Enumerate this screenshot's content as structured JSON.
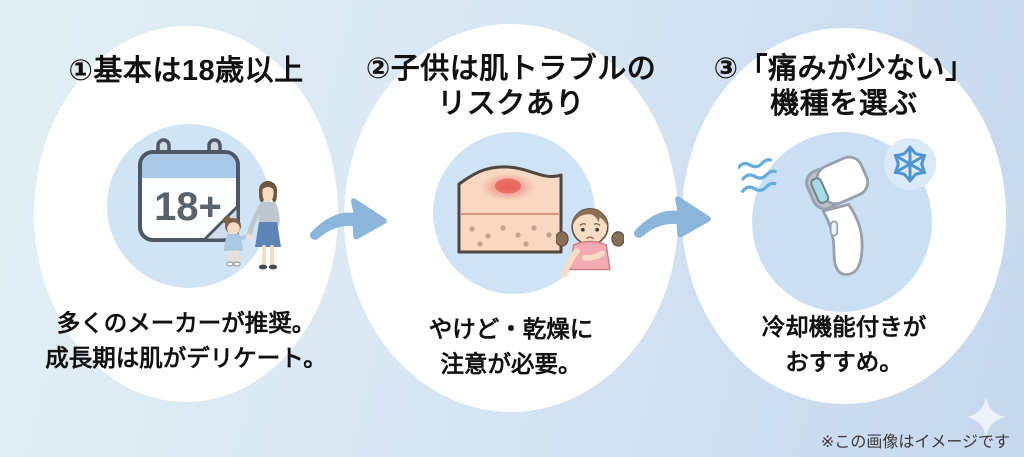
{
  "title_note": "IPL hair-removal guidance infographic (3 steps)",
  "colors": {
    "background_left": "#e0f0f2",
    "background_right": "#c6d8ee",
    "ellipse": "#ffffff",
    "circle_1": "#d0e4f5",
    "circle_2": "#cee3f5",
    "circle_3": "#cadff3",
    "arrow": "#8bb5db",
    "heading_text": "#111111",
    "body_text": "#111111",
    "footer_text": "#3b3b3b",
    "calendar_header": "#aac9e9",
    "skin_fill": "#f8d8c0",
    "inflammation_red": "#ec6a62",
    "device_window_teal": "#a6dde4",
    "snowflake_blue": "#4f94cf"
  },
  "sections": [
    {
      "id": "age-18plus",
      "heading_line1": "①基本は18歳以上",
      "heading_line2": "",
      "badge": "18+",
      "desc_line1": "多くのメーカーが推奨。",
      "desc_line2": "成長期は肌がデリケート。",
      "icon": "calendar-18plus-icon",
      "icon2": "mother-and-child-illustration"
    },
    {
      "id": "skin-trouble-risk",
      "heading_line1": "②子供は肌トラブルの",
      "heading_line2": "リスクあり",
      "badge": "",
      "desc_line1": "やけど・乾燥に",
      "desc_line2": "注意が必要。",
      "icon": "inflamed-skin-illustration",
      "icon2": "girl-scratching-arm-illustration"
    },
    {
      "id": "low-pain-model",
      "heading_line1": "③「痛みが少ない」",
      "heading_line2": "機種を選ぶ",
      "badge": "",
      "desc_line1": "冷却機能付きが",
      "desc_line2": "おすすめ。",
      "icon": "ipl-device-illustration",
      "icon2": "snowflake-icon"
    }
  ],
  "footer": {
    "note": "※この画像はイメージです"
  }
}
